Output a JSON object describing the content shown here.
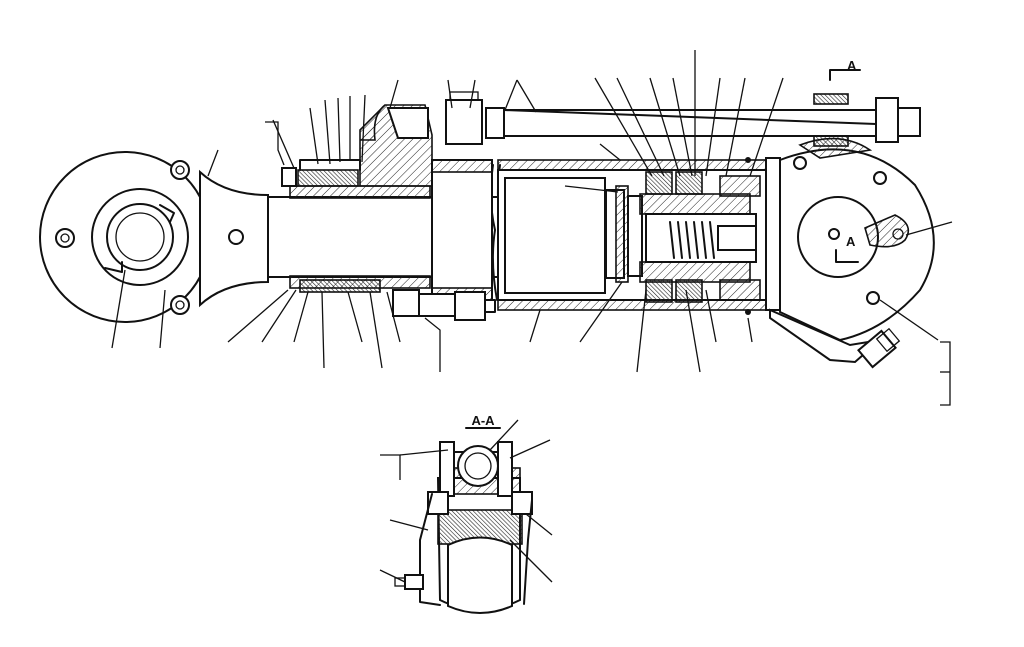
{
  "drawing": {
    "section_marker_top": "A",
    "section_marker_eye": "A",
    "section_view_title": "A-A"
  },
  "colors": {
    "ink": "#111111",
    "paper": "#ffffff"
  }
}
